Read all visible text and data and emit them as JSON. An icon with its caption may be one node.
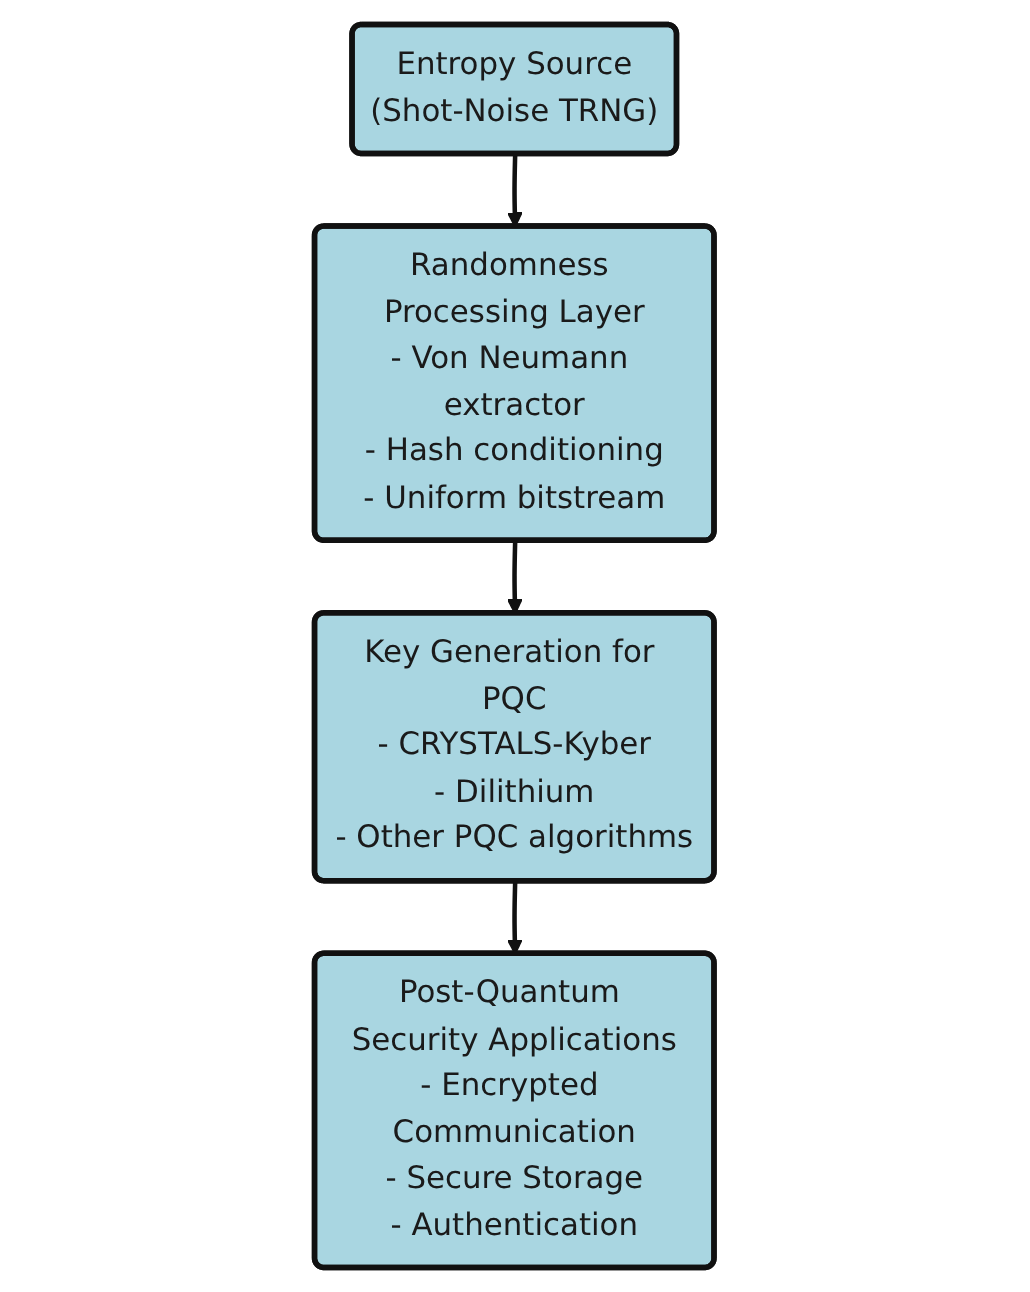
{
  "diagram": {
    "nodes": [
      {
        "text": [
          "Entropy Source",
          "(Shot-Noise TRNG)"
        ]
      },
      {
        "text": [
          "Randomness Processing Layer",
          "- Von Neumann extractor",
          "- Hash conditioning",
          "- Uniform bitstream"
        ]
      },
      {
        "text": [
          "Key Generation for PQC",
          "- CRYSTALS-Kyber",
          "- Dilithium",
          "- Other PQC algorithms"
        ]
      },
      {
        "text": [
          "Post-Quantum Security Applications",
          "- Encrypted Communication",
          "- Secure Storage",
          "- Authentication"
        ]
      }
    ],
    "edges": [
      {
        "from": 0,
        "to": 1,
        "arrow": "to"
      },
      {
        "from": 1,
        "to": 2,
        "arrow": "to"
      },
      {
        "from": 2,
        "to": 3,
        "arrow": "to"
      }
    ]
  }
}
